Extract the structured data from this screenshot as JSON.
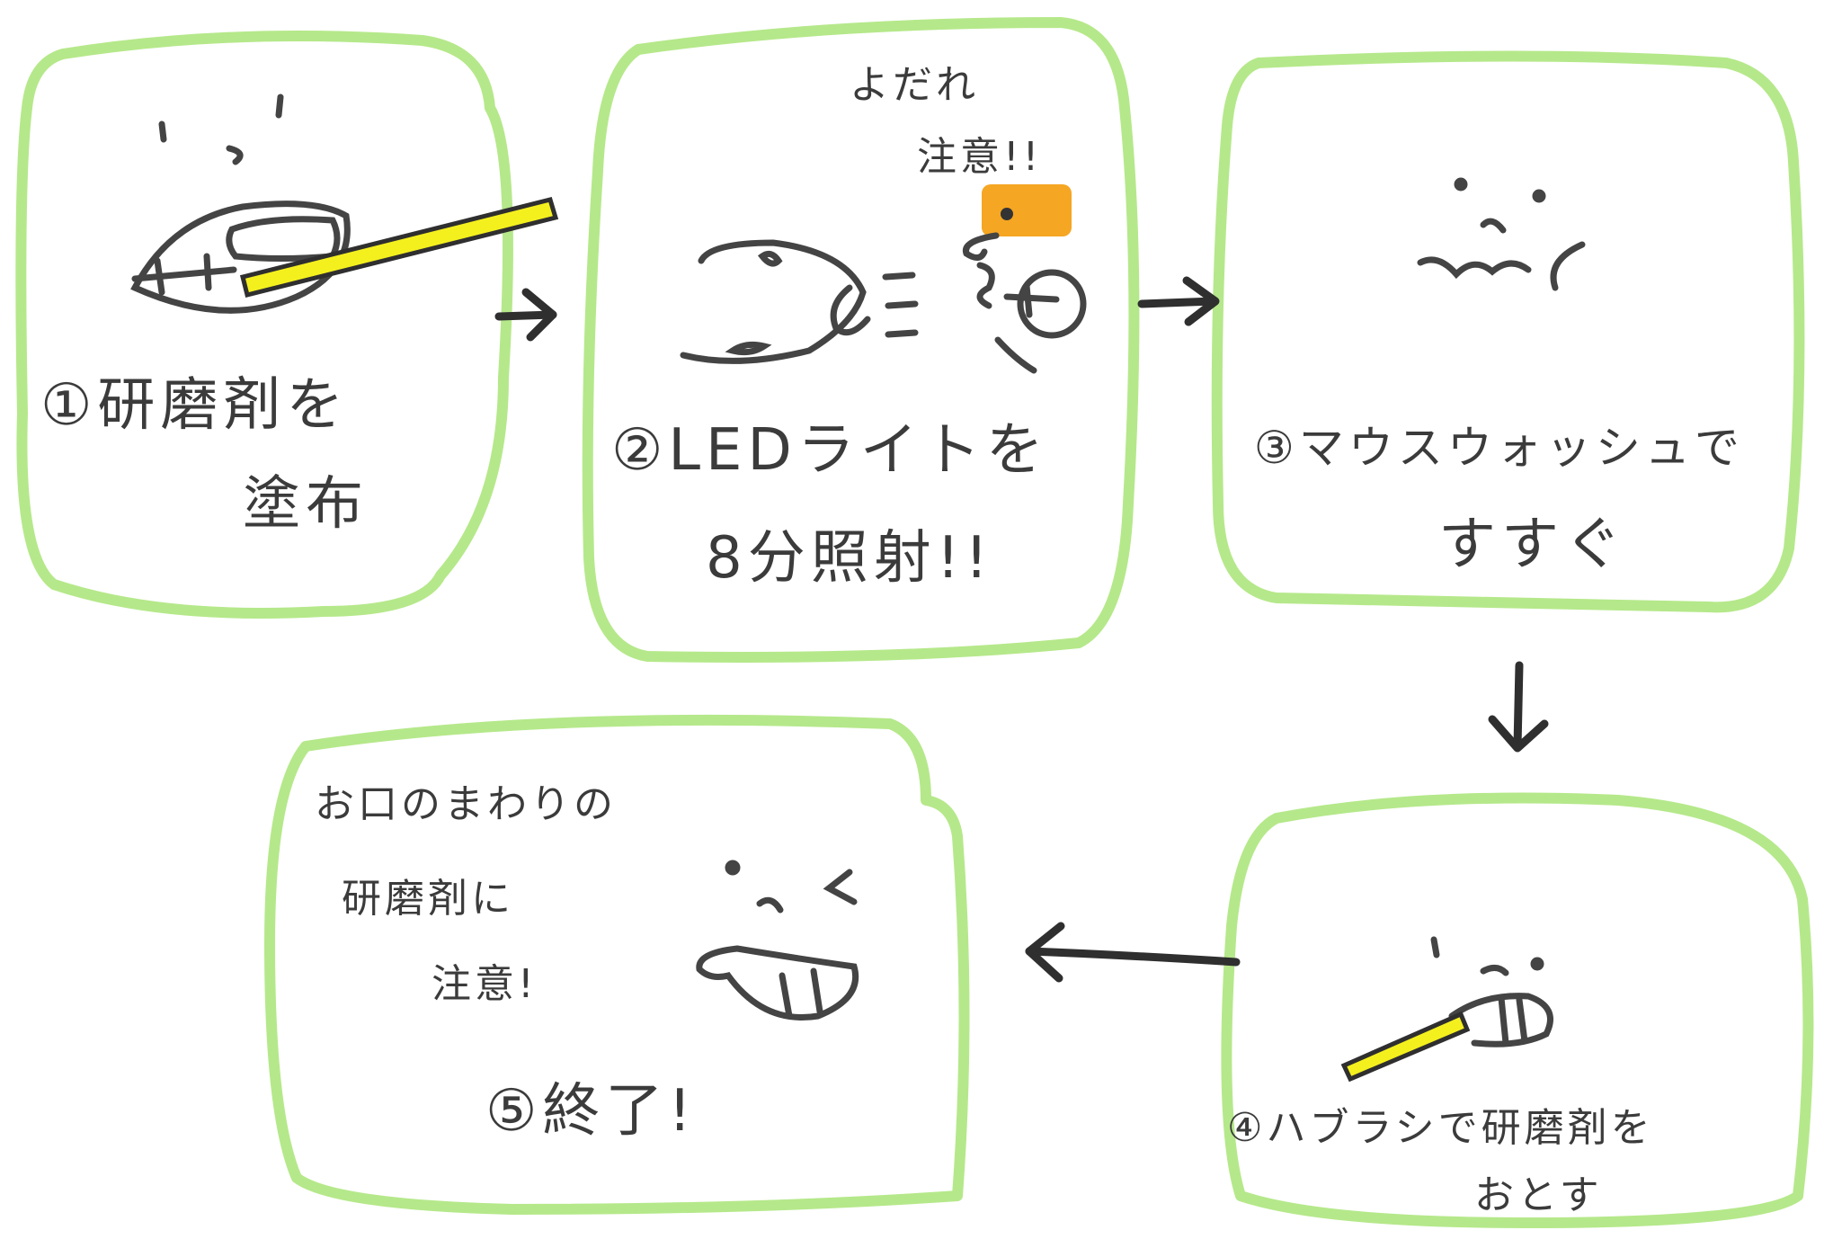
{
  "colors": {
    "frame": "#b5e88a",
    "ink": "#3b3b3b",
    "brush": "#f4f01e",
    "light": "#f5a623"
  },
  "steps": [
    {
      "number": "①",
      "line1": "研磨剤を",
      "line2": "塗布"
    },
    {
      "number": "②",
      "line1": "LEDライトを",
      "line2": "8分照射!!",
      "note_line1": "よだれ",
      "note_line2": "注意!!"
    },
    {
      "number": "③",
      "line1": "マウスウォッシュで",
      "line2": "すすぐ"
    },
    {
      "number": "④",
      "line1": "ハブラシで研磨剤を",
      "line2": "おとす"
    },
    {
      "number": "⑤",
      "line1": "終了!",
      "note_line1": "お口のまわりの",
      "note_line2": "研磨剤に",
      "note_line3": "注意!"
    }
  ],
  "icons": [
    "toothbrush-icon",
    "led-light-icon",
    "face-icon",
    "arrow-right-icon",
    "arrow-down-icon",
    "arrow-left-icon"
  ]
}
